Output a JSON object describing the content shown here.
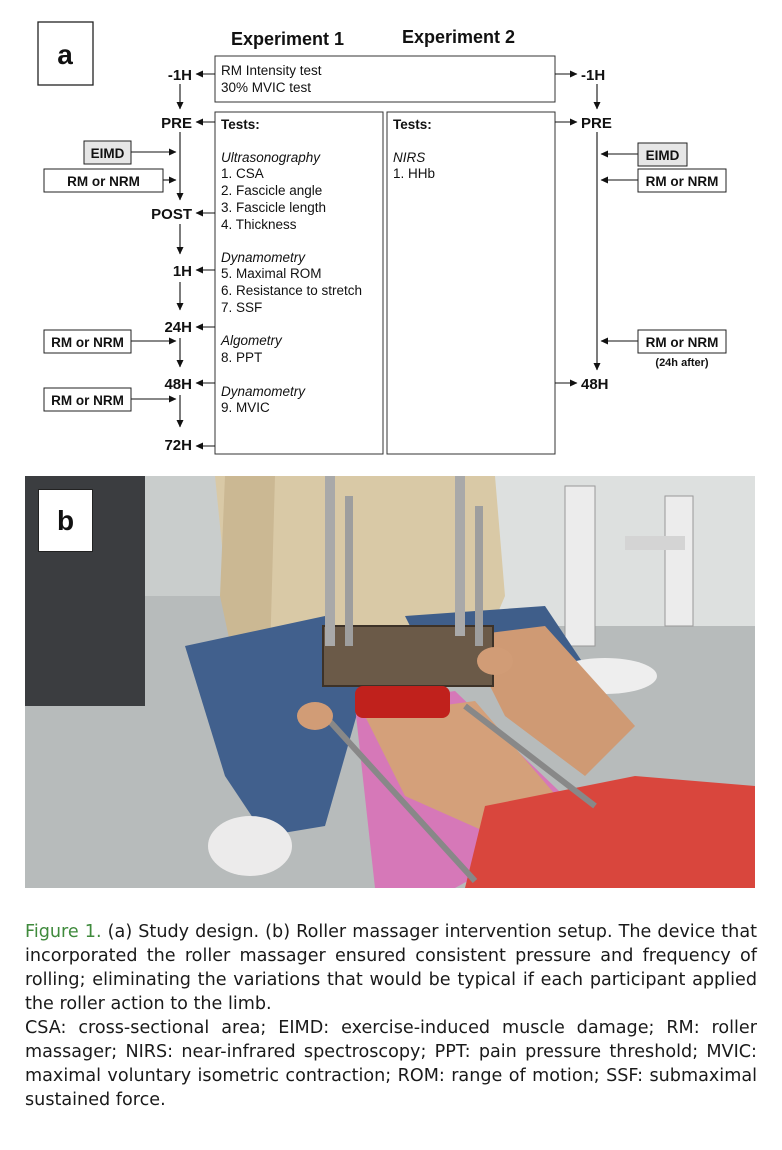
{
  "panel_a": {
    "label": "a",
    "exp1_header": "Experiment 1",
    "exp2_header": "Experiment 2",
    "top_box_lines": [
      "RM Intensity test",
      "30% MVIC test"
    ],
    "left_timepoints": [
      "-1H",
      "PRE",
      "POST",
      "1H",
      "24H",
      "48H",
      "72H"
    ],
    "right_timepoints": [
      "-1H",
      "PRE",
      "48H"
    ],
    "exp1_tests": {
      "title": "Tests:",
      "groups": [
        {
          "name": "Ultrasonography",
          "items": [
            "1. CSA",
            "2. Fascicle angle",
            "3. Fascicle length",
            "4. Thickness"
          ]
        },
        {
          "name": "Dynamometry",
          "items": [
            "5. Maximal ROM",
            "6. Resistance to stretch",
            "7. SSF"
          ]
        },
        {
          "name": "Algometry",
          "items": [
            "8. PPT"
          ]
        },
        {
          "name": "Dynamometry",
          "items": [
            "9. MVIC"
          ]
        }
      ]
    },
    "exp2_tests": {
      "title": "Tests:",
      "groups": [
        {
          "name": "NIRS",
          "items": [
            "1. HHb"
          ]
        }
      ]
    },
    "left_interventions": [
      "EIMD",
      "RM or NRM",
      "RM or NRM",
      "RM or NRM"
    ],
    "right_interventions": [
      "EIMD",
      "RM or NRM",
      "RM or NRM"
    ],
    "right_note": "(24h after)"
  },
  "panel_b": {
    "label": "b"
  },
  "caption": {
    "fig_label": "Figure 1.",
    "text": " (a) Study design. (b) Roller massager intervention setup. The device that incorporated the roller massager ensured consistent pressure and frequency of rolling; eliminating the variations that would be typical if each participant applied the roller action to the limb.",
    "abbreviations": "CSA: cross-sectional area; EIMD: exercise-induced muscle damage; RM: roller massager; NIRS: near-infrared spectroscopy; PPT: pain pressure threshold; MVIC: maximal voluntary isometric contraction; ROM: range of motion; SSF: submaximal sustained force."
  }
}
